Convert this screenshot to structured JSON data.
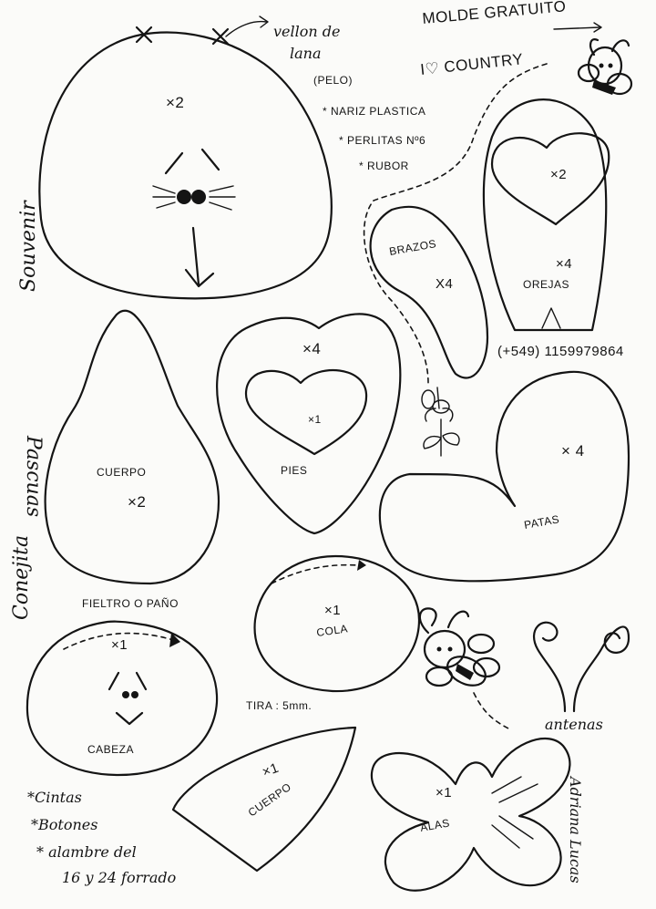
{
  "header": {
    "title": "MOLDE GRATUITO",
    "brand": "I♡ COUNTRY",
    "phone": "(+549) 1159979864"
  },
  "hair_notes": {
    "line1": "vellon de",
    "line2": "lana",
    "line3": "(PELO)"
  },
  "supplies_top": [
    "* NARIZ PLASTICA",
    "* PERLITAS Nº6",
    "* RUBOR"
  ],
  "side_text": {
    "word1": "Souvenir",
    "word2": "Pascuas",
    "word3": "Conejita"
  },
  "pieces": {
    "head_count": "×2",
    "ears_heart_count": "×2",
    "ears_count": "×4",
    "ears_label": "OREJAS",
    "arms_label": "BRAZOS",
    "arms_count": "X4",
    "feet_count": "×4",
    "feet_inner_count": "×1",
    "feet_label": "PIES",
    "body_label": "CUERPO",
    "body_count": "×2",
    "paws_count": "× 4",
    "paws_label": "PATAS",
    "material_note": "FIELTRO O PAÑO",
    "tail_count": "×1",
    "tail_label": "COLA",
    "head2_count": "×1",
    "head2_label": "CABEZA",
    "strip_note": "TIRA : 5mm.",
    "cone_count": "×1",
    "cone_label": "CUERPO",
    "wings_count": "×1",
    "wings_label": "ALAS",
    "antennas_label": "antenas"
  },
  "supplies_bottom": [
    "*Cintas",
    "*Botones",
    "* alambre del",
    "16 y 24 forrado"
  ],
  "signature": "Adriana Lucas"
}
